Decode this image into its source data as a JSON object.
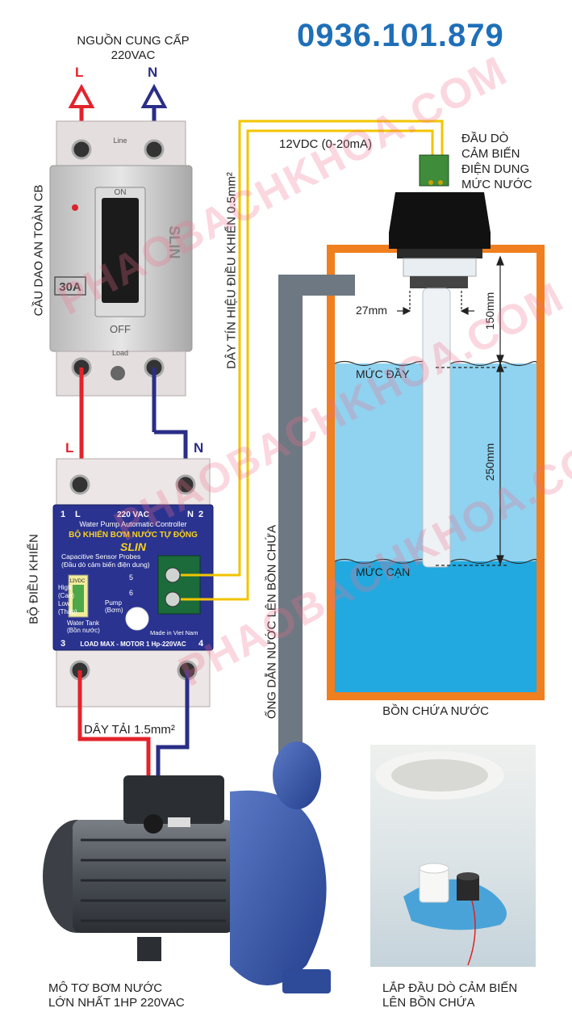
{
  "header": {
    "phone": "0936.101.879"
  },
  "supply": {
    "line1": "NGUỒN CUNG CẤP",
    "line2": "220VAC",
    "l_label": "L",
    "n_label": "N"
  },
  "breaker": {
    "side_label": "CẦU DAO AN TOÀN CB",
    "rating": "30A",
    "on_text": "ON",
    "off_text": "OFF",
    "line_text": "Line",
    "load_text": "Load",
    "brand": "SLIN"
  },
  "controller": {
    "side_label": "BỘ ĐIỀU KHIỂN",
    "l_label": "L",
    "n_label": "N",
    "t1": "1",
    "t2": "2",
    "t3": "3",
    "t4": "4",
    "t5": "5",
    "t6": "6",
    "voltage": "220 VAC",
    "title_en": "Water Pump Automatic Controller",
    "title_vi": "BỘ KHIỂN BƠM NƯỚC TỰ ĐỘNG",
    "brand": "SLIN",
    "sensor_line1": "Capacitive Sensor Probes",
    "sensor_line2": "(Đầu dò cảm biến điện dung)",
    "high": "High",
    "high_vi": "(Cao)",
    "low": "Low",
    "low_vi": "(Thấp)",
    "vdc": "12VDC",
    "pump": "Pump",
    "pump_vi": "(Bơm)",
    "water_tank": "Water Tank",
    "water_tank_vi": "(Bồn nước)",
    "made_in": "Made in Viet Nam",
    "load_max": "LOAD MAX - MOTOR 1 Hp-220VAC"
  },
  "signal_wire": {
    "label": "DÂY TÍN HIỆU ĐIỀU KHIỂN 0.5mm²",
    "spec": "12VDC (0-20mA)"
  },
  "probe": {
    "line1": "ĐẦU DÒ",
    "line2": "CẢM BIẾN",
    "line3": "ĐIỆN DUNG",
    "line4": "MỨC NƯỚC"
  },
  "tank": {
    "dim_diameter": "27mm",
    "dim_top": "150mm",
    "dim_range": "250mm",
    "full_level": "MỨC ĐẦY",
    "low_level": "MỨC CẠN",
    "caption": "BỒN CHỨA NƯỚC"
  },
  "pipe": {
    "label": "ỐNG DẪN NƯỚC LÊN BỒN CHỨA"
  },
  "load_wire": {
    "label": "DÂY TẢI 1.5mm²"
  },
  "motor": {
    "line1": "MÔ TƠ BƠM NƯỚC",
    "line2": "LỚN NHẤT 1HP 220VAC"
  },
  "install": {
    "line1": "LẮP ĐẦU DÒ CẢM BIẾN",
    "line2": "LÊN BỒN CHỨA"
  },
  "watermark": {
    "text": "PHAOBACHKHOA.COM"
  },
  "colors": {
    "phone": "#1f6fb8",
    "live_wire": "#e3232b",
    "neutral_wire": "#2a2e86",
    "signal_wire": "#f2c400",
    "tank_frame": "#f07f1f",
    "water_light": "#8fd3f0",
    "water_dark": "#21a9e0",
    "pipe": "#6d7882",
    "controller_panel": "#2a3390"
  }
}
